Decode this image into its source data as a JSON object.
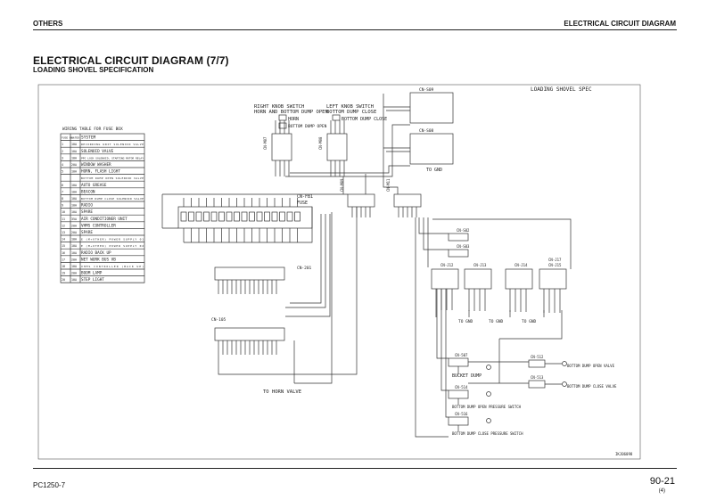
{
  "header": {
    "left": "OTHERS",
    "right": "ELECTRICAL CIRCUIT DIAGRAM"
  },
  "title": "ELECTRICAL CIRCUIT DIAGRAM (7/7)",
  "subtitle": "LOADING SHOVEL SPECIFICATION",
  "diagram": {
    "frame_label": "LOADING SHOVEL SPEC",
    "right_knob_switch": [
      "RIGHT KNOB SWITCH",
      "HORN AND BOTTOM DUMP OPEN"
    ],
    "left_knob_switch": [
      "LEFT KNOB SWITCH",
      "BOTTOM DUMP CLOSE"
    ],
    "horn_label": "HORN",
    "bottom_open_label": "BOTTOM DUMP OPEN",
    "bottom_close_label": "BOTTOM DUMP CLOSE",
    "cn_s09": "CN-S09",
    "cn_s08": "CN-S08",
    "to_gnd_top": "TO GND",
    "cn_m07": "CN-M07",
    "cn_m08": "CN-M08",
    "cn_fb1": [
      "CN-FB1",
      "FUSE"
    ],
    "cn_m09": "CN-M09",
    "cn_m11": "CN-M11",
    "cn_201": "CN-201",
    "cn_105": "CN-105",
    "to_horn_valve": "TO HORN VALVE",
    "cn_j12": "CN-J12",
    "cn_j13": "CN-J13",
    "cn_j14": "CN-J14",
    "cn_j15": "CN-J15",
    "cn_j17": "CN-J17",
    "cn_s02": "CN-S02",
    "cn_s03": "CN-S03",
    "to_gnd_1": "TO GND",
    "to_gnd_2": "TO GND",
    "to_gnd_3": "TO GND",
    "cn_507": "CN-507",
    "cn_514": "CN-514",
    "cn_516": "CN-516",
    "cn_512": "CN-512",
    "cn_513": "CN-513",
    "bucket_dump": "BUCKET DUMP",
    "bottom_open_valve": "BOTTOM DUMP OPEN VALVE",
    "bottom_close_valve": "BOTTOM DUMP CLOSE VALVE",
    "open_pressure_switch": "BOTTOM DUMP OPEN PRESSURE SWITCH",
    "close_pressure_switch": "BOTTOM DUMP CLOSE PRESSURE SWITCH",
    "drawing_number": "IKJ06098"
  },
  "fuse_table": {
    "title": "WIRING TABLE FOR FUSE BOX",
    "headers": [
      "FUSE No.",
      "RATED",
      "SYSTEM"
    ],
    "rows": [
      [
        "1",
        "10A",
        "RECORDING UNIT SOLENOID VALVE"
      ],
      [
        "2",
        "10A",
        "SOLENOID VALVE"
      ],
      [
        "3",
        "10A",
        "PPC LOCK SOLENOID, STARTING MOTOR RELAY"
      ],
      [
        "4",
        "20A",
        "WINDOW WASHER"
      ],
      [
        "5",
        "10A",
        "HORN, FLASH LIGHT"
      ],
      [
        "",
        "",
        "BOTTOM DUMP OPEN SOLENOID VALVE"
      ],
      [
        "6",
        "10A",
        "AUTO GREASE"
      ],
      [
        "7",
        "10A",
        "BEACON"
      ],
      [
        "8",
        "10A",
        "BOTTOM DUMP CLOSE SOLENOID VALVE"
      ],
      [
        "9",
        "10A",
        "RADIO"
      ],
      [
        "10",
        "10A",
        "SPARE"
      ],
      [
        "11",
        "35A",
        "AIR CONDITIONER UNIT"
      ],
      [
        "12",
        "20A",
        "VHMS CONTROLLER"
      ],
      [
        "13",
        "20A",
        "SPARE"
      ],
      [
        "14",
        "10A",
        "E (M+OTHER) POWER SUPPLY 01"
      ],
      [
        "15",
        "10A",
        "E (M+OTHER) POWER SUPPLY 02"
      ],
      [
        "16",
        "10A",
        "RADIO BACK UP"
      ],
      [
        "17",
        "20A",
        "NET WORK BUS VB"
      ],
      [
        "18",
        "10A",
        "VHMS CONTROLLER (BACK UP)"
      ],
      [
        "19",
        "20A",
        "BOOM LAMP"
      ],
      [
        "20",
        "10A",
        "STEP LIGHT"
      ]
    ]
  },
  "footer": {
    "model": "PC1250-7",
    "page": "90-21",
    "revision": "(4)"
  }
}
